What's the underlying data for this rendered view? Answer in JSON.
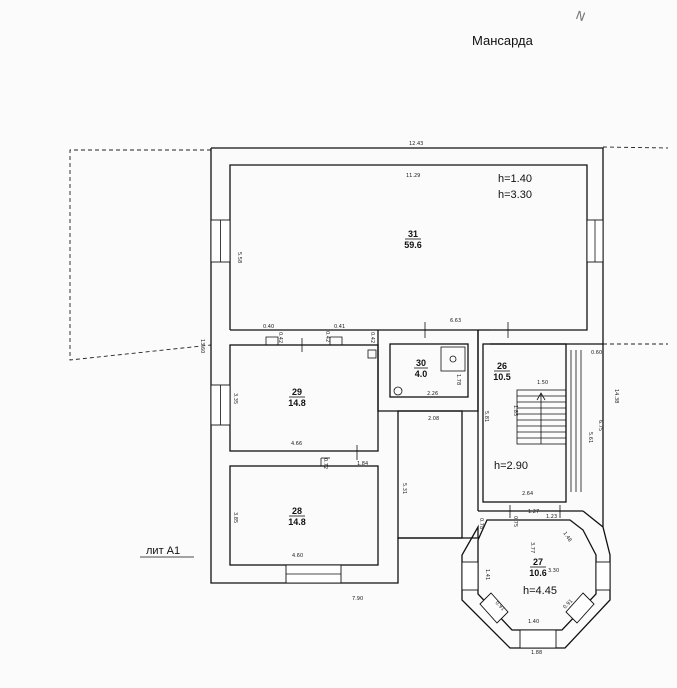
{
  "title": "Мансарда",
  "north_mark": "N",
  "building_label": "лит А1",
  "rooms": [
    {
      "number": "31",
      "area": "59.6"
    },
    {
      "number": "30",
      "area": "4.0"
    },
    {
      "number": "26",
      "area": "10.5"
    },
    {
      "number": "29",
      "area": "14.8"
    },
    {
      "number": "28",
      "area": "14.8"
    },
    {
      "number": "27",
      "area": "10.6"
    }
  ],
  "heights": [
    "h=1.40",
    "h=3.30",
    "h=2.90",
    "h=4.45"
  ],
  "dimensions": [
    "12.43",
    "11.29",
    "5.58",
    "13.60",
    "0.40",
    "0.42",
    "0.42",
    "0.41",
    "0.42",
    "6.63",
    "1.78",
    "2.26",
    "1.50",
    "0.60",
    "14.38",
    "6.75",
    "5.61",
    "3.35",
    "5.81",
    "1.85",
    "2.08",
    "4.66",
    "0.72",
    "1.84",
    "2.64",
    "5.31",
    "3.85",
    "0.78",
    "0.75",
    "1.27",
    "1.23",
    "3.77",
    "3.30",
    "1.48",
    "1.41",
    "4.60",
    "7.90",
    "0.91",
    "0.91",
    "1.40",
    "1.88"
  ]
}
